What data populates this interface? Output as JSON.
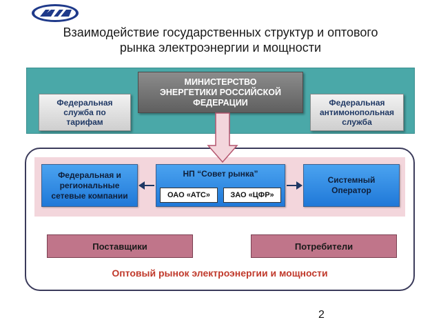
{
  "title_line1": "Взаимодействие государственных структур и оптового",
  "title_line2": "рынка электроэнергии и мощности",
  "ministry": {
    "line1": "МИНИСТЕРСТВО",
    "line2": "ЭНЕРГЕТИКИ РОССИЙСКОЙ",
    "line3": "ФЕДЕРАЦИИ"
  },
  "fst": {
    "line1": "Федеральная",
    "line2": "служба по",
    "line3": "тарифам"
  },
  "fas": {
    "line1": "Федеральная",
    "line2": "антимонопольная",
    "line3": "служба"
  },
  "grid_companies": {
    "line1": "Федеральная и",
    "line2": "региональные",
    "line3": "сетевые компании"
  },
  "np": {
    "label": "НП “Совет рынка”",
    "ats": "ОАО «АТС»",
    "cfr": "ЗАО «ЦФР»"
  },
  "operator": {
    "line1": "Системный",
    "line2": "Оператор"
  },
  "suppliers": "Поставщики",
  "consumers": "Потребители",
  "market_label": "Оптовый рынок электроэнергии и мощности",
  "page_number": "2",
  "colors": {
    "teal": "#4aa8a8",
    "pink": "#f3d6dc",
    "blue": "#2b8be6",
    "rose": "#c0758a",
    "red_text": "#c0392b"
  }
}
